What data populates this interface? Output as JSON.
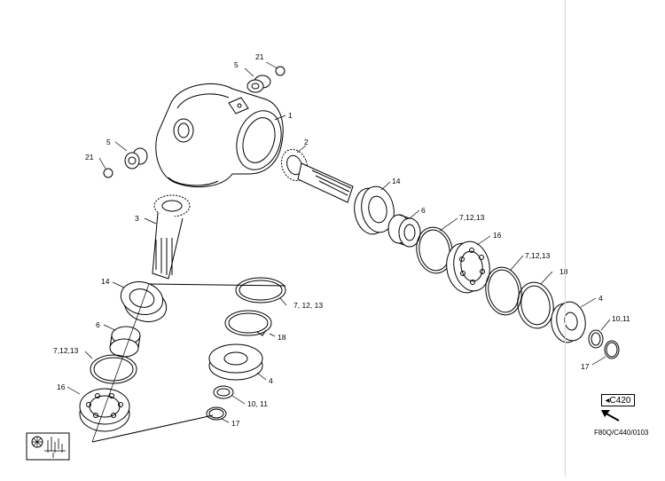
{
  "labels": [
    {
      "id": "l21a",
      "text": "21"
    },
    {
      "id": "l5a",
      "text": "5"
    },
    {
      "id": "l1",
      "text": "1"
    },
    {
      "id": "l5b",
      "text": "5"
    },
    {
      "id": "l21b",
      "text": "21"
    },
    {
      "id": "l2",
      "text": "2"
    },
    {
      "id": "l14a",
      "text": "14"
    },
    {
      "id": "l3",
      "text": "3"
    },
    {
      "id": "l6a",
      "text": "6"
    },
    {
      "id": "l7a",
      "text": "7,12,13"
    },
    {
      "id": "l16a",
      "text": "16"
    },
    {
      "id": "l7b",
      "text": "7,12,13"
    },
    {
      "id": "l18a",
      "text": "18"
    },
    {
      "id": "l4a",
      "text": "4"
    },
    {
      "id": "l10a",
      "text": "10,11"
    },
    {
      "id": "l17a",
      "text": "17"
    },
    {
      "id": "l14b",
      "text": "14"
    },
    {
      "id": "l7c",
      "text": "7, 12, 13"
    },
    {
      "id": "l6b",
      "text": "6"
    },
    {
      "id": "l18b",
      "text": "18"
    },
    {
      "id": "l7d",
      "text": "7,12,13"
    },
    {
      "id": "l4b",
      "text": "4"
    },
    {
      "id": "l16b",
      "text": "16"
    },
    {
      "id": "l10b",
      "text": "10, 11"
    },
    {
      "id": "l17b",
      "text": "17"
    }
  ],
  "reference": {
    "box_label": "◂C420",
    "code": "F80Q/C440/0103",
    "arrow_icon": "arrow-up-left-icon",
    "corner_icon": "transmission-diagram-icon"
  }
}
